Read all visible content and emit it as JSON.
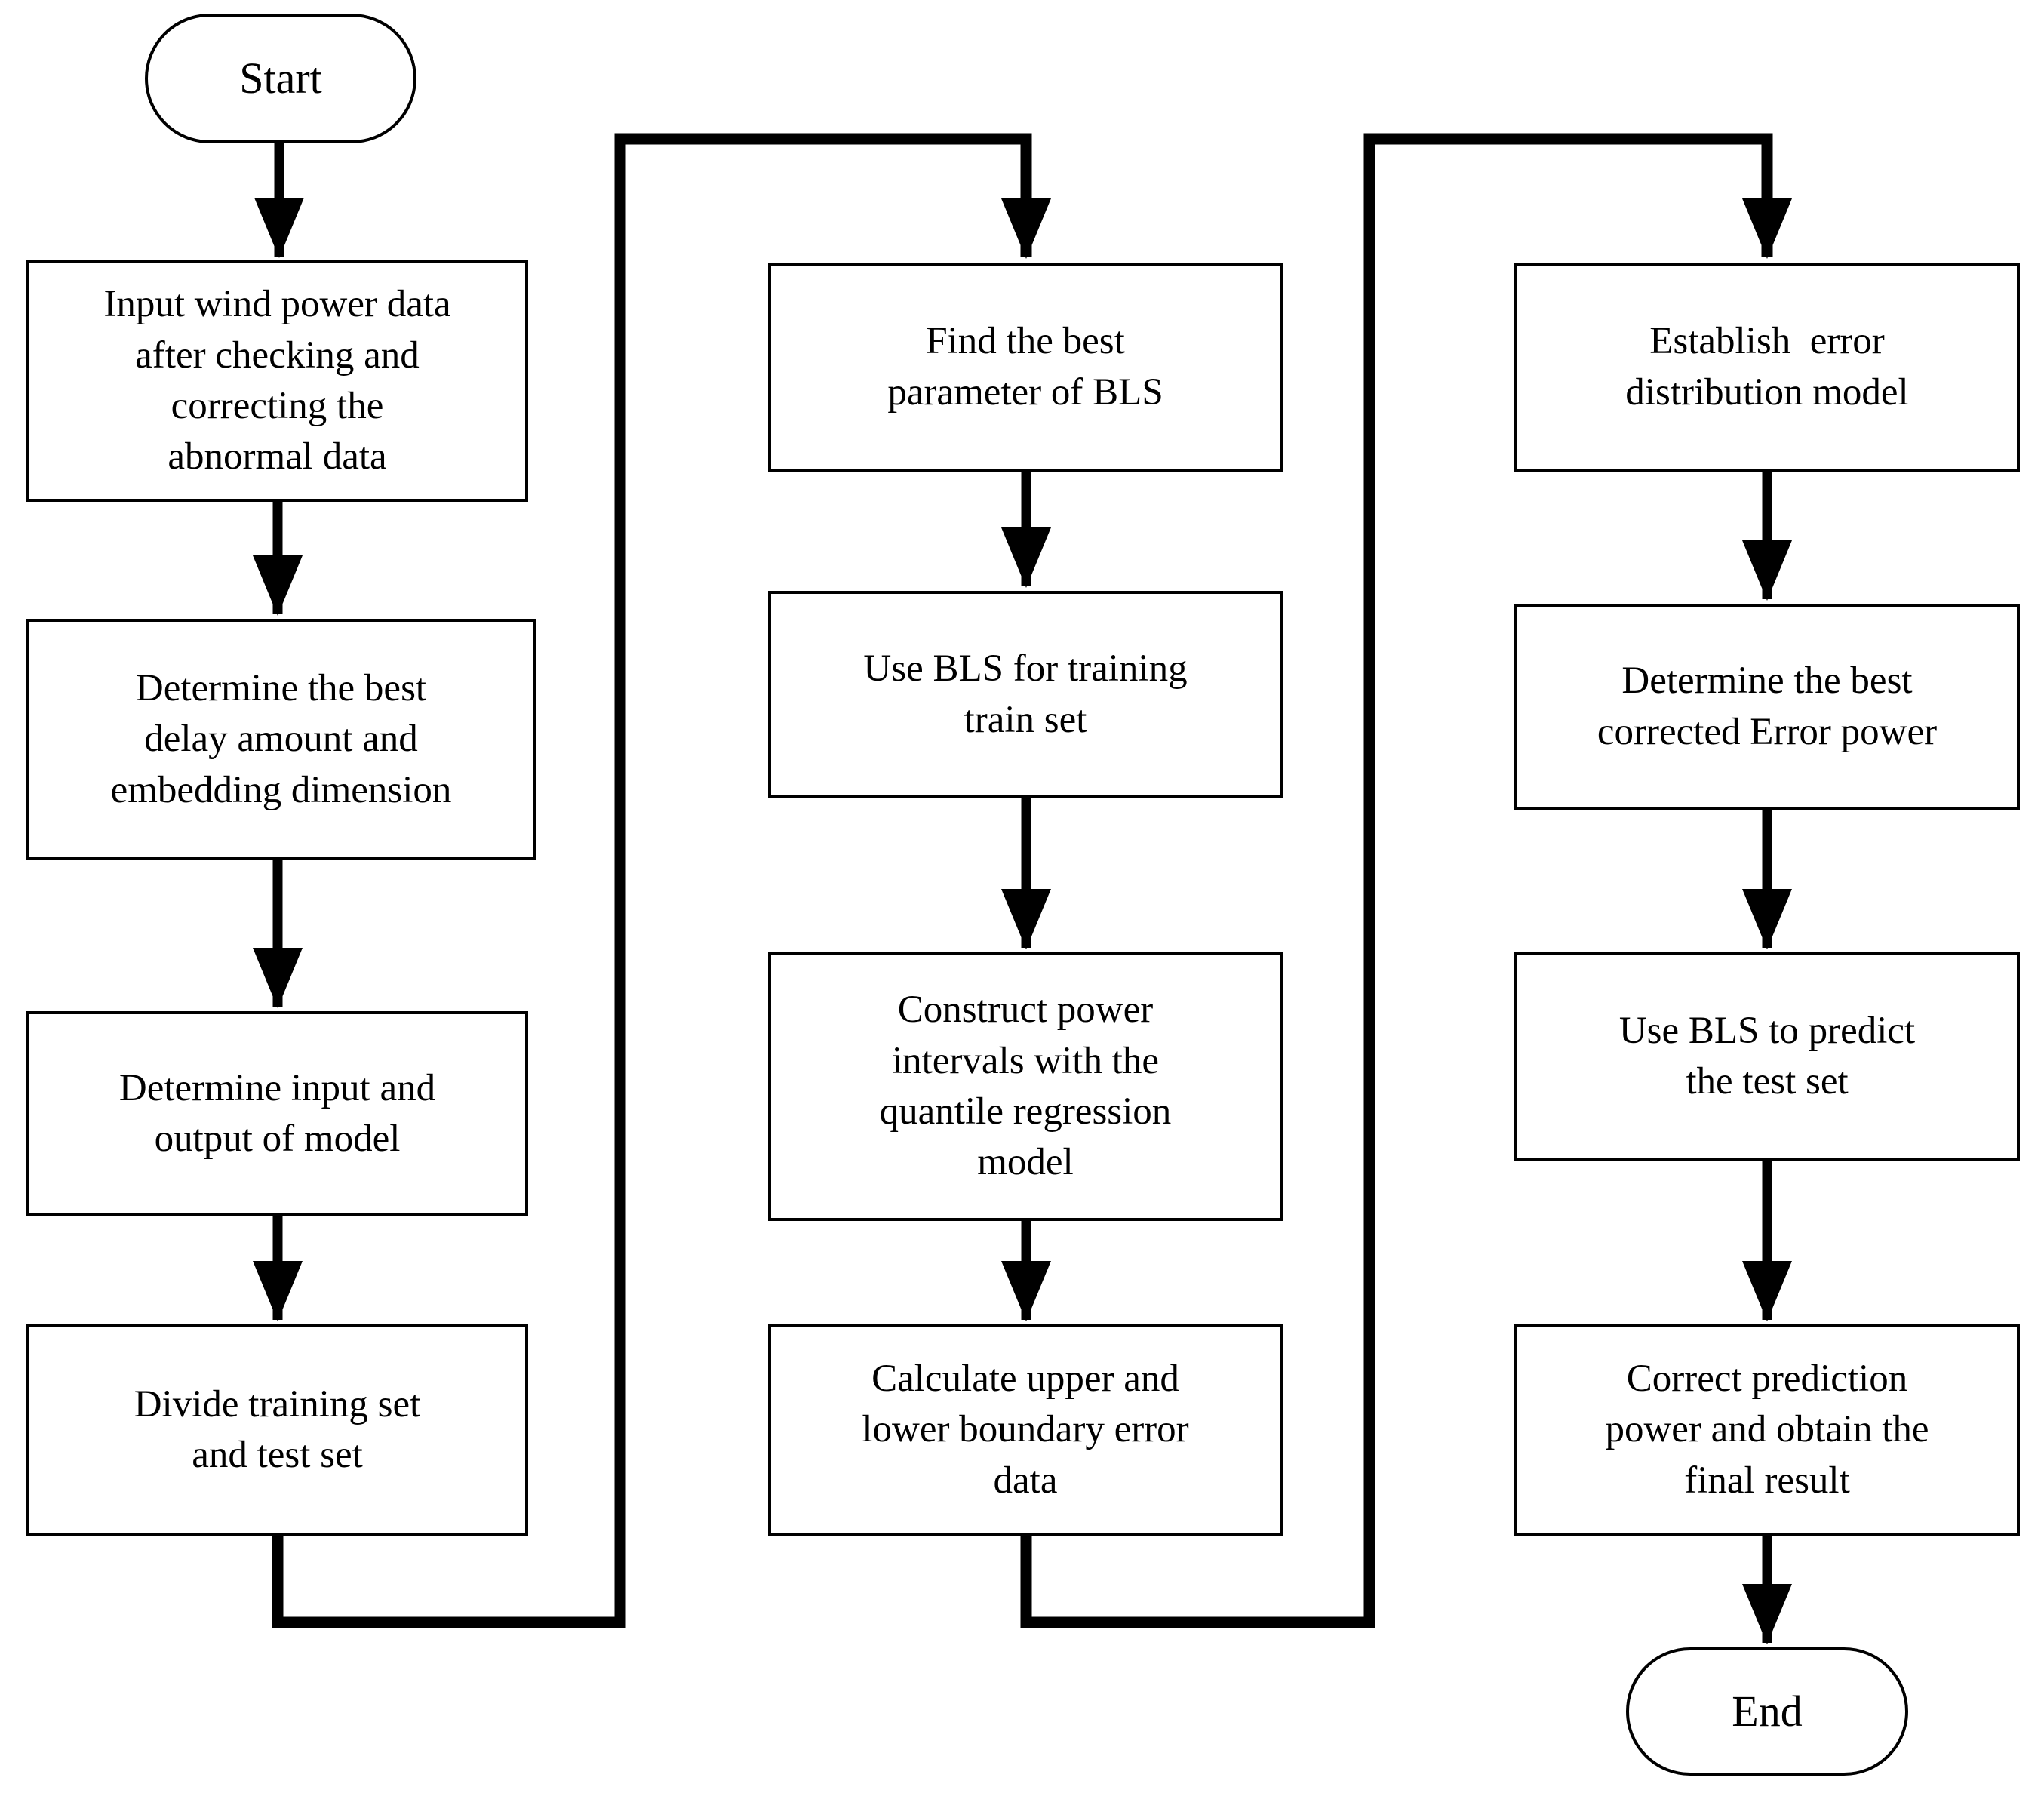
{
  "figure": {
    "type": "flowchart",
    "background_color": "#ffffff",
    "line_color": "#000000",
    "nodes": {
      "start": "Start",
      "c1s1": "Input wind power data\nafter checking and\ncorrecting the\nabnormal data",
      "c1s2": "Determine the best\ndelay amount and\nembedding dimension",
      "c1s3": "Determine input and\noutput of model",
      "c1s4": "Divide training set\nand test set",
      "c2s1": "Find the best\nparameter of BLS",
      "c2s2": "Use BLS for training\ntrain set",
      "c2s3": "Construct power\nintervals with the\nquantile regression\nmodel",
      "c2s4": "Calculate upper and\nlower boundary error\ndata",
      "c3s1": "Establish  error\ndistribution model",
      "c3s2": "Determine the best\ncorrected Error power",
      "c3s3": "Use BLS to predict\nthe test set",
      "c3s4": "Correct prediction\npower and obtain the\nfinal result",
      "end": "End"
    },
    "flow": [
      {
        "from": "Start",
        "to": "Input wind power data after checking and correcting the abnormal data"
      },
      {
        "from": "Input wind power data after checking and correcting the abnormal data",
        "to": "Determine the best delay amount and embedding dimension"
      },
      {
        "from": "Determine the best delay amount and embedding dimension",
        "to": "Determine input and output of model"
      },
      {
        "from": "Determine input and output of model",
        "to": "Divide training set and test set"
      },
      {
        "from": "Divide training set and test set",
        "to": "Find the best parameter of BLS"
      },
      {
        "from": "Find the best parameter of BLS",
        "to": "Use BLS for training train set"
      },
      {
        "from": "Use BLS for training train set",
        "to": "Construct power intervals with the quantile regression model"
      },
      {
        "from": "Construct power intervals with the quantile regression model",
        "to": "Calculate upper and lower boundary error data"
      },
      {
        "from": "Calculate upper and lower boundary error data",
        "to": "Establish error distribution model"
      },
      {
        "from": "Establish error distribution model",
        "to": "Determine the best corrected Error power"
      },
      {
        "from": "Determine the best corrected Error power",
        "to": "Use BLS to predict the test set"
      },
      {
        "from": "Use BLS to predict the test set",
        "to": "Correct prediction power and obtain the final result"
      },
      {
        "from": "Correct prediction power and obtain the final result",
        "to": "End"
      }
    ]
  }
}
